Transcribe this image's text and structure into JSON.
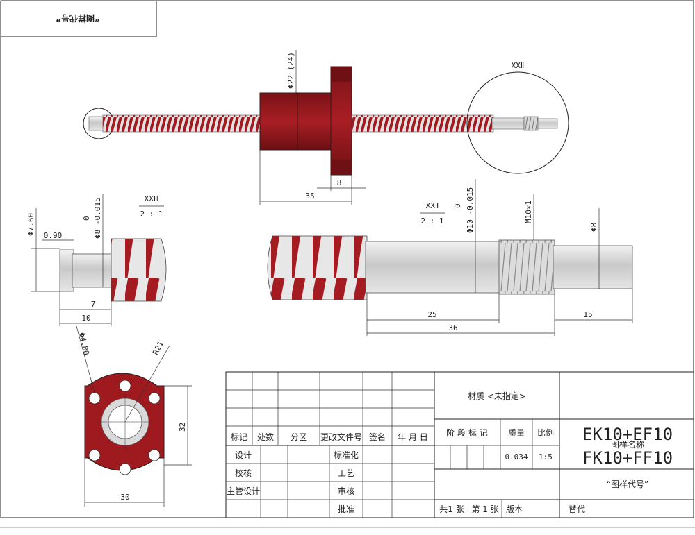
{
  "corner_label": "“图样代号”",
  "shaft_view": {
    "detail_label": "XXⅡ",
    "dim_diameter": "Φ22 (24)",
    "dim_35": "35",
    "dim_8": "8"
  },
  "left_detail": {
    "scale_label": "XXⅢ",
    "scale_ratio": "2 : 1",
    "dim_phi760": "Φ7.60",
    "dim_090": "0.90",
    "tol_top": "0",
    "dim_phi8": "Φ8 -0.015",
    "dim_7": "7",
    "dim_10": "10"
  },
  "right_detail": {
    "scale_label": "XXⅡ",
    "scale_ratio": "2 : 1",
    "tol_top": "0",
    "dim_phi10": "Φ10 -0.015",
    "dim_thread": "M10×1",
    "dim_phi8": "Φ8",
    "dim_25": "25",
    "dim_36": "36",
    "dim_15": "15"
  },
  "flange_view": {
    "dim_hole": "Φ4.80",
    "dim_radius": "R21",
    "dim_32": "32",
    "dim_30": "30"
  },
  "title_block": {
    "material": "材质 <未指定>",
    "headers": [
      "标记",
      "处数",
      "分区",
      "更改文件号",
      "签名",
      "年 月 日"
    ],
    "stage_label": "阶 段 标 记",
    "mass_label": "质量",
    "scale_label": "比例",
    "mass_value": "0.034",
    "scale_value": "1:5",
    "rows": [
      {
        "left": "设计",
        "mid": "标准化"
      },
      {
        "left": "校核",
        "mid": "工艺"
      },
      {
        "left": "主管设计",
        "mid": "审核"
      },
      {
        "left": "",
        "mid": "批准"
      }
    ],
    "sheet_total": "共1 张",
    "sheet_num": "第 1 张",
    "version": "版本",
    "replace": "替代",
    "drawing_name_line1": "EK10+EF10",
    "drawing_name_overlay": "图样名称",
    "drawing_name_line2": "FK10+FF10",
    "drawing_code": "“图样代号”"
  },
  "colors": {
    "red": "#9e1a1f",
    "dark_red": "#6e1014",
    "steel": "#dedede",
    "border": "#222222"
  }
}
